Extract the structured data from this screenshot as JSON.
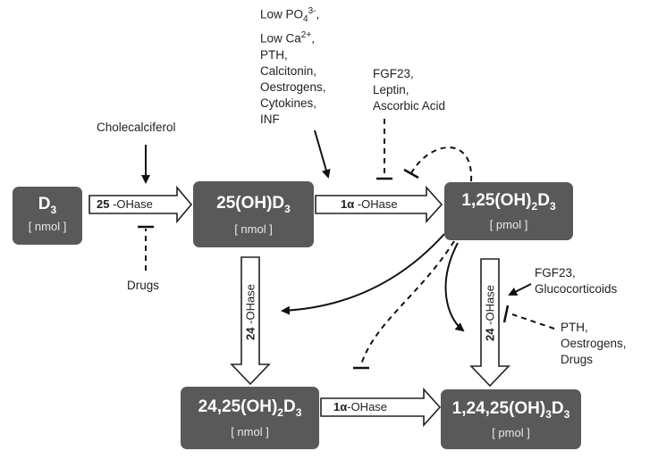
{
  "boxes": {
    "d3": {
      "main_base": "D",
      "main_sub": "3",
      "main_tail": "",
      "unit": "[ nmol ]"
    },
    "oh25": {
      "main_base": "25(OH)D",
      "main_sub": "3",
      "main_tail": "",
      "unit": "[ nmol ]"
    },
    "oh125": {
      "main_base": "1,25(OH)",
      "main_sub": "2",
      "main_mid": "D",
      "main_sub2": "3",
      "unit": "[ pmol ]"
    },
    "oh2425": {
      "main_base": "24,25(OH)",
      "main_sub": "2",
      "main_mid": "D",
      "main_sub2": "3",
      "unit": "[ nmol ]"
    },
    "oh12425": {
      "main_base": "1,24,25(OH)",
      "main_sub": "3",
      "main_mid": "D",
      "main_sub2": "3",
      "unit": "[ pmol ]"
    }
  },
  "enzymes": {
    "e25": {
      "bold": "25",
      "rest": " -OHase"
    },
    "e1a_top": {
      "bold": "1α",
      "rest": " -OHase"
    },
    "e1a_bottom": {
      "bold": "1α",
      "rest": "-OHase"
    },
    "e24_left": {
      "bold": "24",
      "rest": " -OHase"
    },
    "e24_right": {
      "bold": "24",
      "rest": " -OHase"
    }
  },
  "labels": {
    "cholecalciferol": "Cholecalciferol",
    "drugs": "Drugs",
    "stim_top": [
      "Low PO",
      "Low Ca",
      "PTH,",
      "Calcitonin,",
      "Oestrogens,",
      "Cytokines,",
      "INF"
    ],
    "po4_sub": "4",
    "po4_sup": "3-",
    "po4_tail": ",",
    "ca_sup": "2+",
    "ca_tail": ",",
    "inhib_top": [
      "FGF23,",
      "Leptin,",
      "Ascorbic Acid"
    ],
    "stim_right": [
      "FGF23,",
      "Glucocorticoids"
    ],
    "inhib_right": [
      "PTH,",
      "Oestrogens,",
      "Drugs"
    ]
  },
  "colors": {
    "box": "#595959",
    "text": "#222222"
  }
}
